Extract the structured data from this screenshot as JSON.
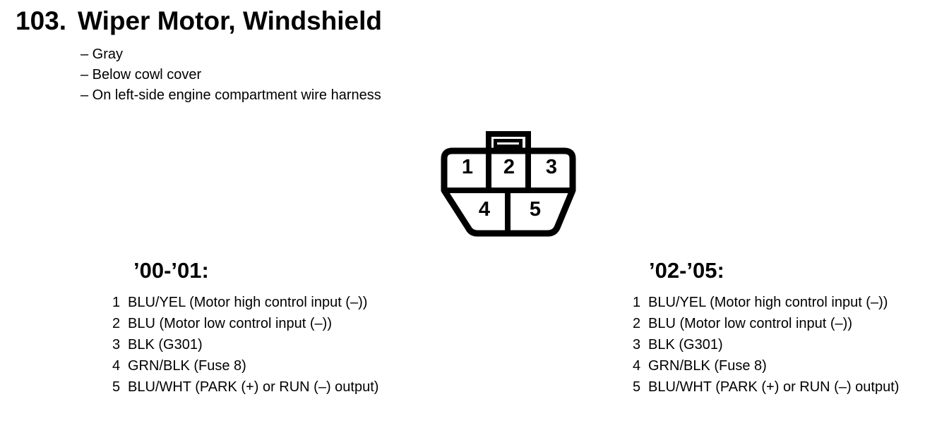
{
  "page": {
    "section_number": "103.",
    "title": "Wiper Motor, Windshield",
    "notes": [
      "– Gray",
      "– Below cowl cover",
      "– On left-side engine compartment wire harness"
    ]
  },
  "connector": {
    "description": "5-pin connector, face view, latch tab on top",
    "pins_top": [
      "1",
      "2",
      "3"
    ],
    "pins_bottom": [
      "4",
      "5"
    ]
  },
  "columns": [
    {
      "heading": "’00-’01:",
      "pins": [
        {
          "num": "1",
          "desc": "BLU/YEL (Motor high control input (–))"
        },
        {
          "num": "2",
          "desc": "BLU (Motor low control input (–))"
        },
        {
          "num": "3",
          "desc": "BLK (G301)"
        },
        {
          "num": "4",
          "desc": "GRN/BLK (Fuse 8)"
        },
        {
          "num": "5",
          "desc": "BLU/WHT (PARK (+) or RUN (–) output)"
        }
      ]
    },
    {
      "heading": "’02-’05:",
      "pins": [
        {
          "num": "1",
          "desc": "BLU/YEL (Motor high control input (–))"
        },
        {
          "num": "2",
          "desc": "BLU (Motor low control input (–))"
        },
        {
          "num": "3",
          "desc": "BLK (G301)"
        },
        {
          "num": "4",
          "desc": "GRN/BLK (Fuse 8)"
        },
        {
          "num": "5",
          "desc": "BLU/WHT (PARK (+) or RUN (–) output)"
        }
      ]
    }
  ],
  "colors": {
    "text": "#000000",
    "background": "#ffffff"
  }
}
